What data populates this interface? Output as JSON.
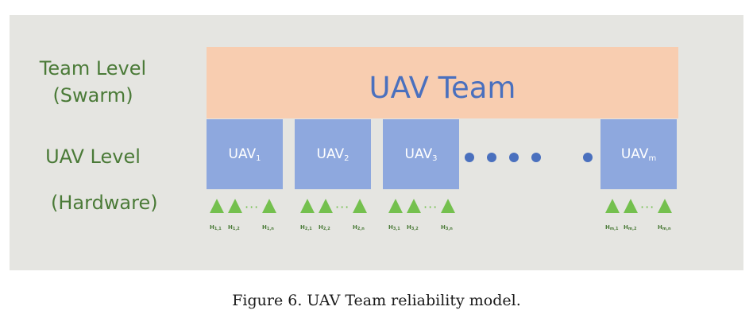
{
  "levels": {
    "team": [
      "Team Level",
      "(Swarm)"
    ],
    "uav": "UAV Level",
    "hardware": "(Hardware)"
  },
  "team_label": "UAV Team",
  "uavs": [
    {
      "base": "UAV",
      "sub": "1"
    },
    {
      "base": "UAV",
      "sub": "2"
    },
    {
      "base": "UAV",
      "sub": "3"
    },
    {
      "base": "UAV",
      "sub": "m"
    }
  ],
  "ellipsis_dots": 5,
  "hardware_groups": [
    {
      "labels": [
        {
          "base": "H",
          "sub": "1,1"
        },
        {
          "base": "H",
          "sub": "1,2"
        },
        {
          "base": "H",
          "sub": "1,n"
        }
      ]
    },
    {
      "labels": [
        {
          "base": "H",
          "sub": "2,1"
        },
        {
          "base": "H",
          "sub": "2,2"
        },
        {
          "base": "H",
          "sub": "2,n"
        }
      ]
    },
    {
      "labels": [
        {
          "base": "H",
          "sub": "3,1"
        },
        {
          "base": "H",
          "sub": "3,2"
        },
        {
          "base": "H",
          "sub": "3,n"
        }
      ]
    },
    {
      "labels": [
        {
          "base": "H",
          "sub": "m,1"
        },
        {
          "base": "H",
          "sub": "m,2"
        },
        {
          "base": "H",
          "sub": "m,n"
        }
      ]
    }
  ],
  "caption": "Figure 6. UAV Team reliability model.",
  "colors": {
    "panel": "#e5e5e1",
    "team_box": "#f8cdb0",
    "uav_box": "#8ea8de",
    "level_text": "#4a7a37",
    "team_text": "#4a70be",
    "hardware_triangle": "#74c04e"
  }
}
